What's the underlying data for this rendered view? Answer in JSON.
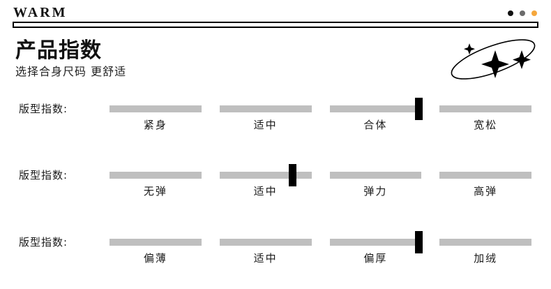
{
  "header": {
    "brand": "WARM",
    "dots": [
      {
        "name": "dot-black",
        "color": "#111111"
      },
      {
        "name": "dot-gray",
        "color": "#6b6b6b"
      },
      {
        "name": "dot-orange",
        "color": "#f5a73c"
      }
    ]
  },
  "title_block": {
    "title": "产品指数",
    "subtitle": "选择合身尺码 更舒适"
  },
  "decoration": {
    "icon": "sparkle-ring-icon"
  },
  "colors": {
    "track": "#bfbfbf",
    "thumb": "#000000",
    "text": "#1a1a1a",
    "accent": "#f5a73c"
  },
  "rows": [
    {
      "label": "版型指数:",
      "options": [
        "紧身",
        "适中",
        "合体",
        "宽松"
      ],
      "selected_index": 2,
      "thumb_percent": 93
    },
    {
      "label": "版型指数:",
      "options": [
        "无弹",
        "适中",
        "弹力",
        "高弹"
      ],
      "selected_index": 1,
      "thumb_percent": 75
    },
    {
      "label": "版型指数:",
      "options": [
        "偏薄",
        "适中",
        "偏厚",
        "加绒"
      ],
      "selected_index": 2,
      "thumb_percent": 93
    }
  ]
}
